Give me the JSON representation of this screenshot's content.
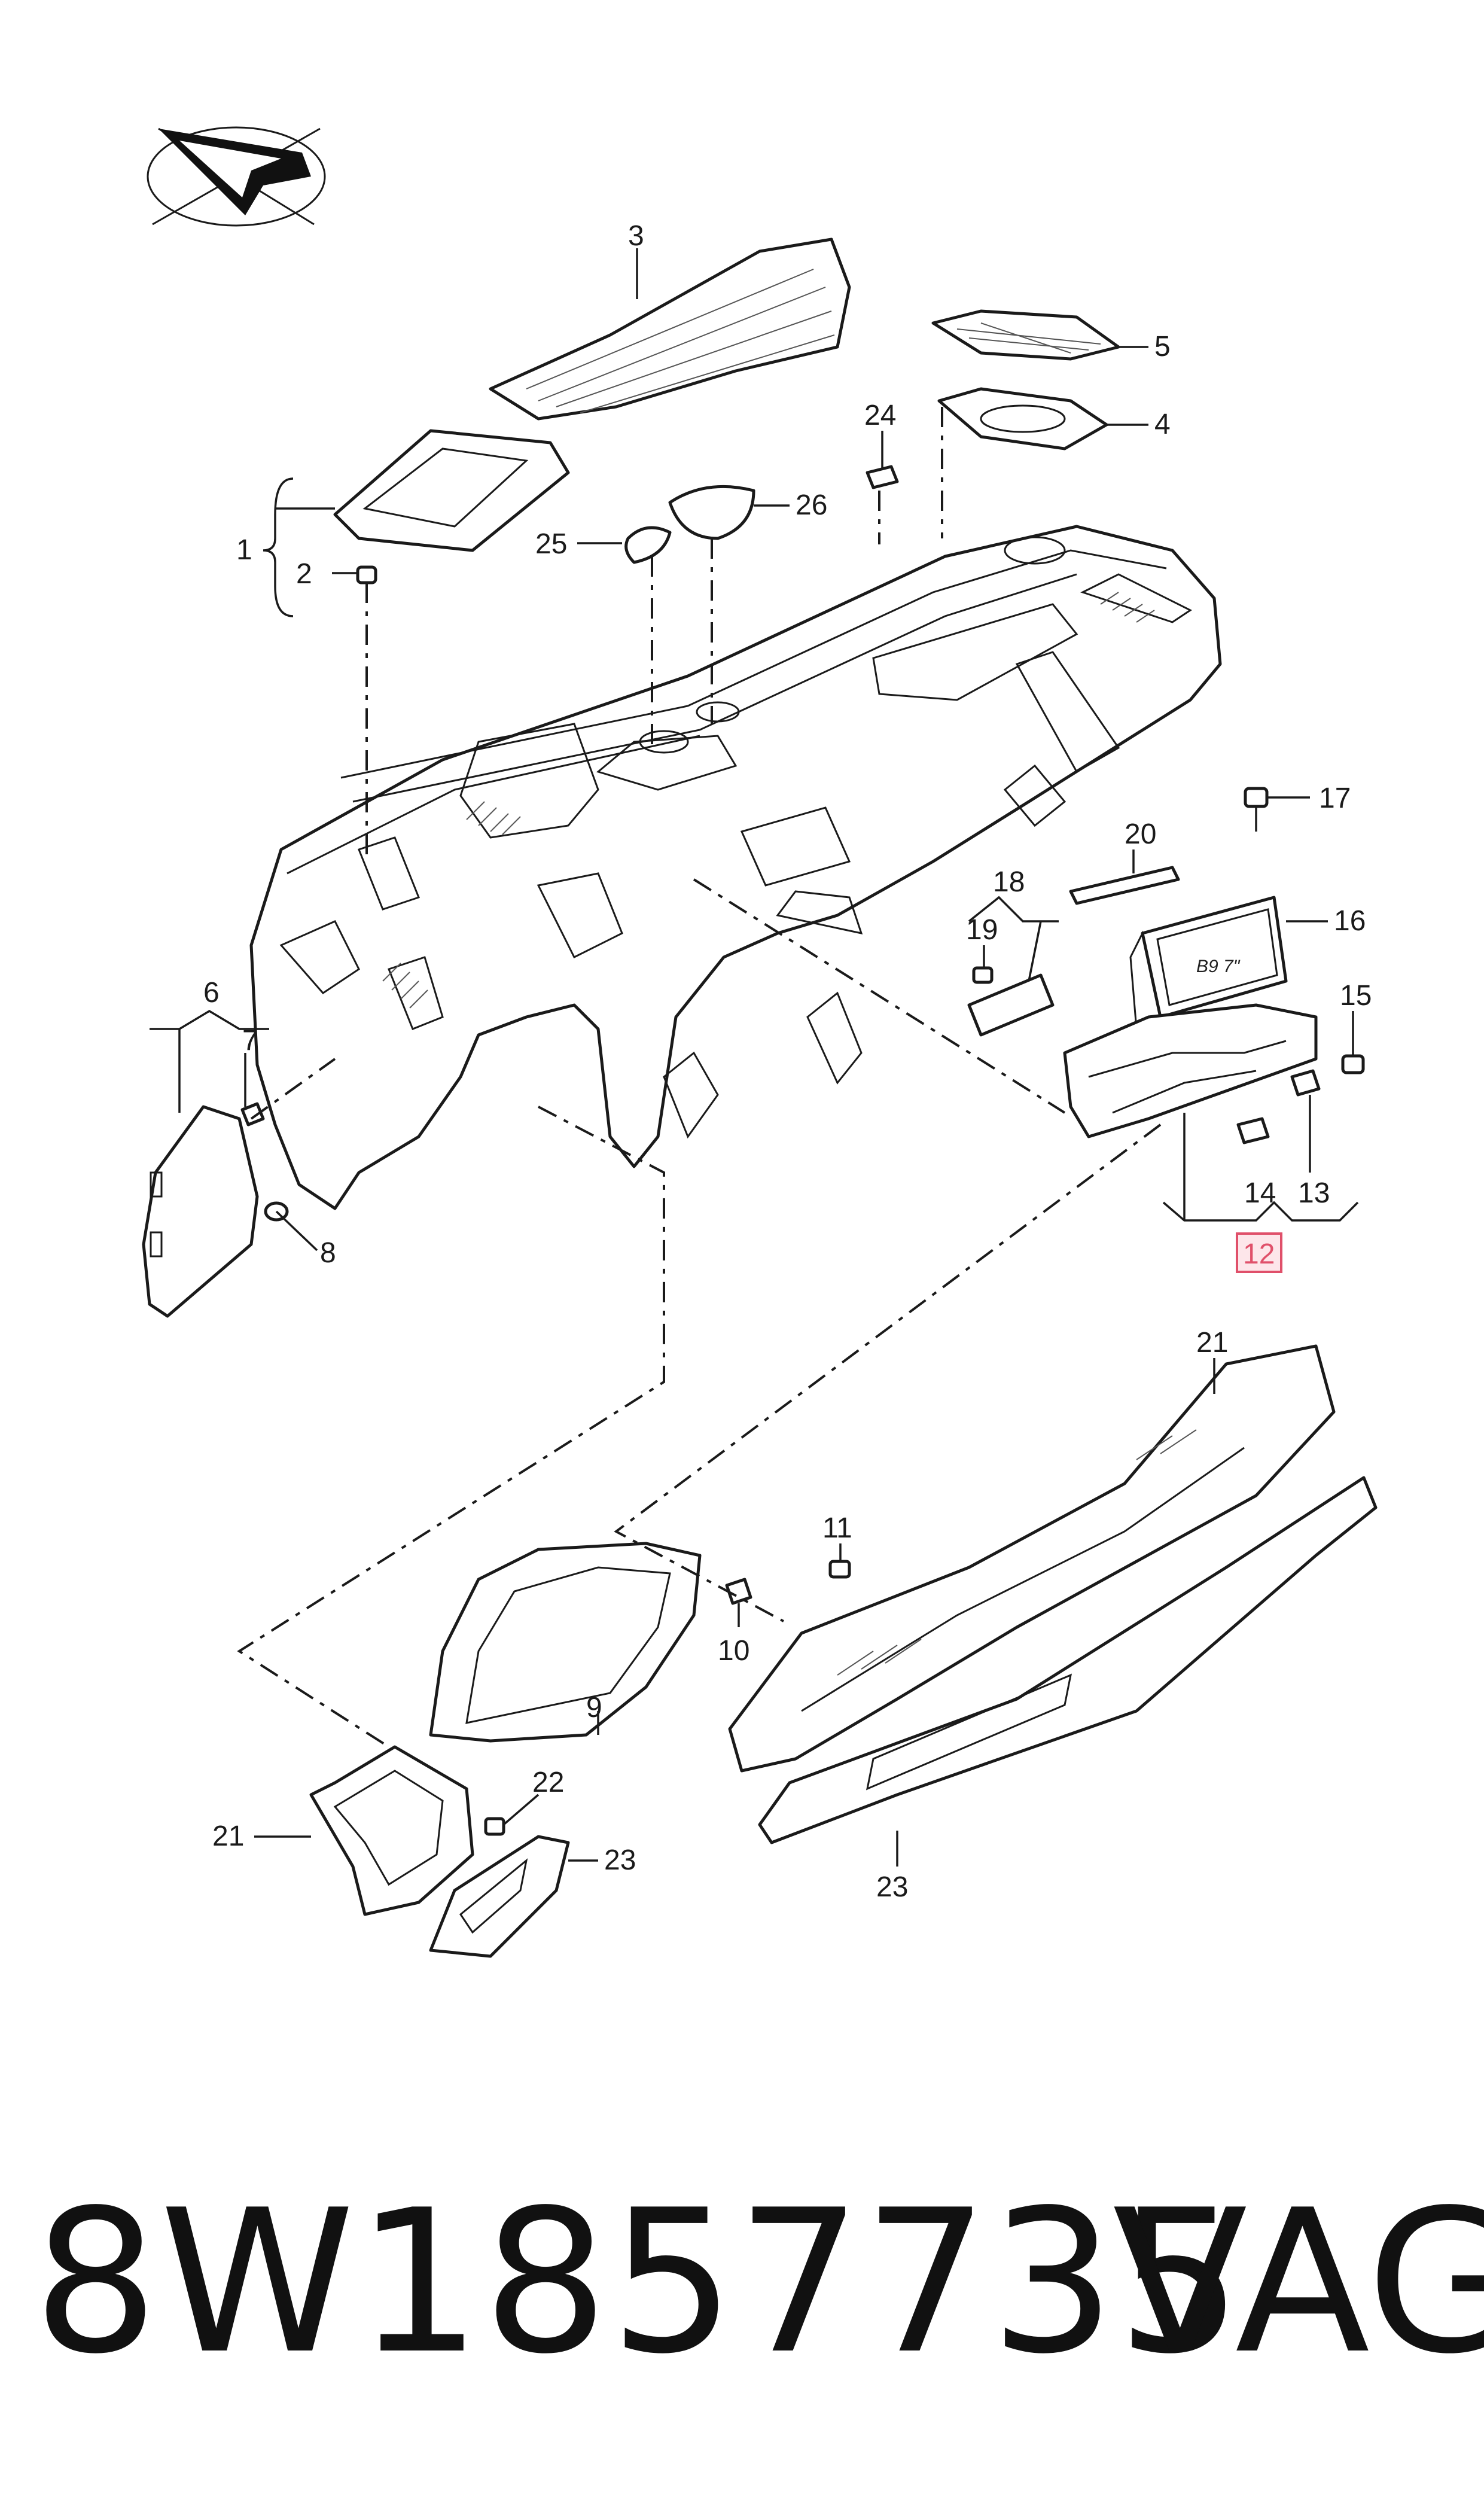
{
  "callouts": {
    "c1": "1",
    "c2": "2",
    "c3": "3",
    "c4": "4",
    "c5": "5",
    "c6": "6",
    "c7": "7",
    "c8": "8",
    "c9": "9",
    "c10": "10",
    "c11": "11",
    "c12": "12",
    "c13": "13",
    "c14": "14",
    "c15": "15",
    "c16": "16",
    "c17": "17",
    "c18": "18",
    "c19": "19",
    "c20": "20",
    "c21a": "21",
    "c21b": "21",
    "c22": "22",
    "c23a": "23",
    "c23b": "23",
    "c24": "24",
    "c25": "25",
    "c26": "26"
  },
  "screen_label": "B9  7\"",
  "highlighted_callout": "12",
  "colors": {
    "highlight": "#e0506a",
    "highlight_fill": "#fde6ea",
    "line": "#1a1a1a"
  },
  "footer": {
    "part_number": "8W1857735",
    "brand": "VAG"
  },
  "icons": {
    "logo": "direction-arrow-logo-icon"
  }
}
